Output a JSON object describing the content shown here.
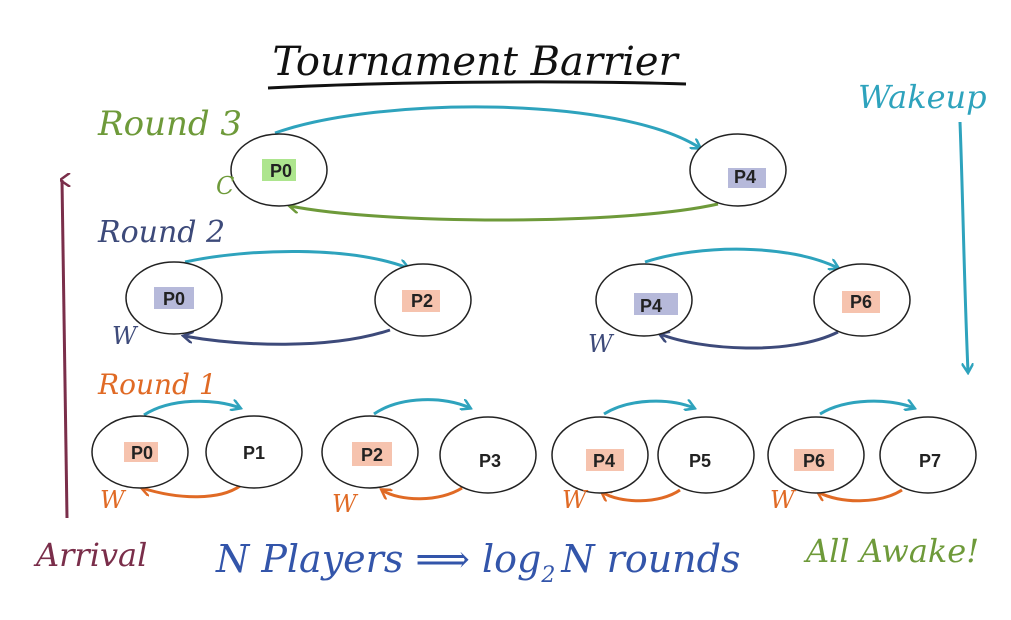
{
  "title": "Tournament Barrier",
  "colors": {
    "title": "#111111",
    "round3": "#6e9a3a",
    "round2": "#3d4a7a",
    "round1": "#e06a25",
    "wakeup": "#2ea3bd",
    "arrival": "#7a2e4a",
    "formula": "#3355aa",
    "allawake": "#6e9a3a",
    "hl_green": "#9fe07a",
    "hl_purple": "#a9add4",
    "hl_orange": "#f5b9a0"
  },
  "rounds": {
    "round3": "Round 3",
    "round2": "Round 2",
    "round1": "Round 1"
  },
  "side": {
    "wakeup": "Wakeup",
    "arrival": "Arrival"
  },
  "footer": {
    "formula_pre": "N Players ⟹ log",
    "formula_sub": "2",
    "formula_post": "N rounds",
    "all_awake": "All Awake!"
  },
  "letters": {
    "c": "C",
    "w": "W"
  },
  "nodes": {
    "r3": [
      "P0",
      "P4"
    ],
    "r2": [
      "P0",
      "P2",
      "P4",
      "P6"
    ],
    "r1": [
      "P0",
      "P1",
      "P2",
      "P3",
      "P4",
      "P5",
      "P6",
      "P7"
    ]
  }
}
